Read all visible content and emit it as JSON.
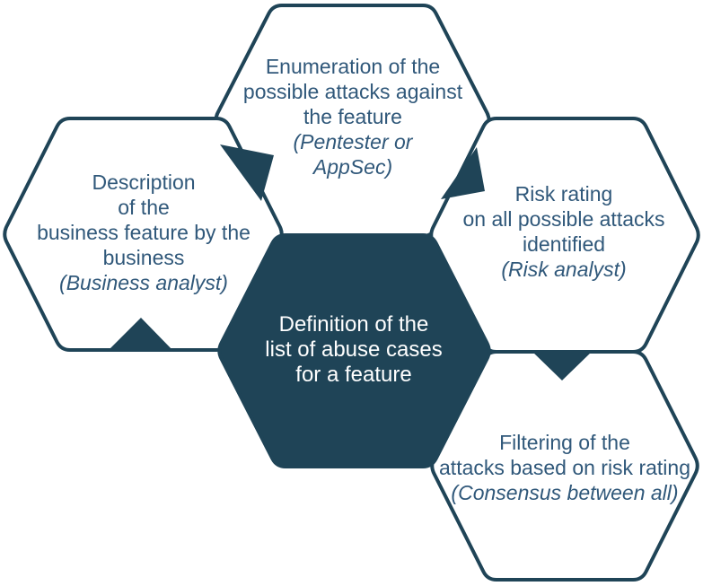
{
  "colors": {
    "navy": "#1f4457",
    "label_text": "#30587a",
    "center_label_text": "#ffffff",
    "background": "#ffffff"
  },
  "nodes": {
    "left": {
      "lines": [
        "Description",
        "of the",
        "business feature by the",
        "business"
      ],
      "roles": [
        "(Business analyst)"
      ]
    },
    "top": {
      "lines": [
        "Enumeration of the",
        "possible attacks against",
        "the feature"
      ],
      "roles": [
        "(Pentester or",
        "AppSec)"
      ]
    },
    "right": {
      "lines": [
        "Risk rating",
        "on all possible attacks",
        "identified"
      ],
      "roles": [
        "(Risk analyst)"
      ]
    },
    "bottom_right": {
      "lines": [
        "Filtering of the",
        "attacks based on risk rating"
      ],
      "roles": [
        "(Consensus between all)"
      ]
    },
    "center": {
      "lines": [
        "Definition of the",
        "list of abuse cases",
        "for a feature"
      ]
    }
  }
}
